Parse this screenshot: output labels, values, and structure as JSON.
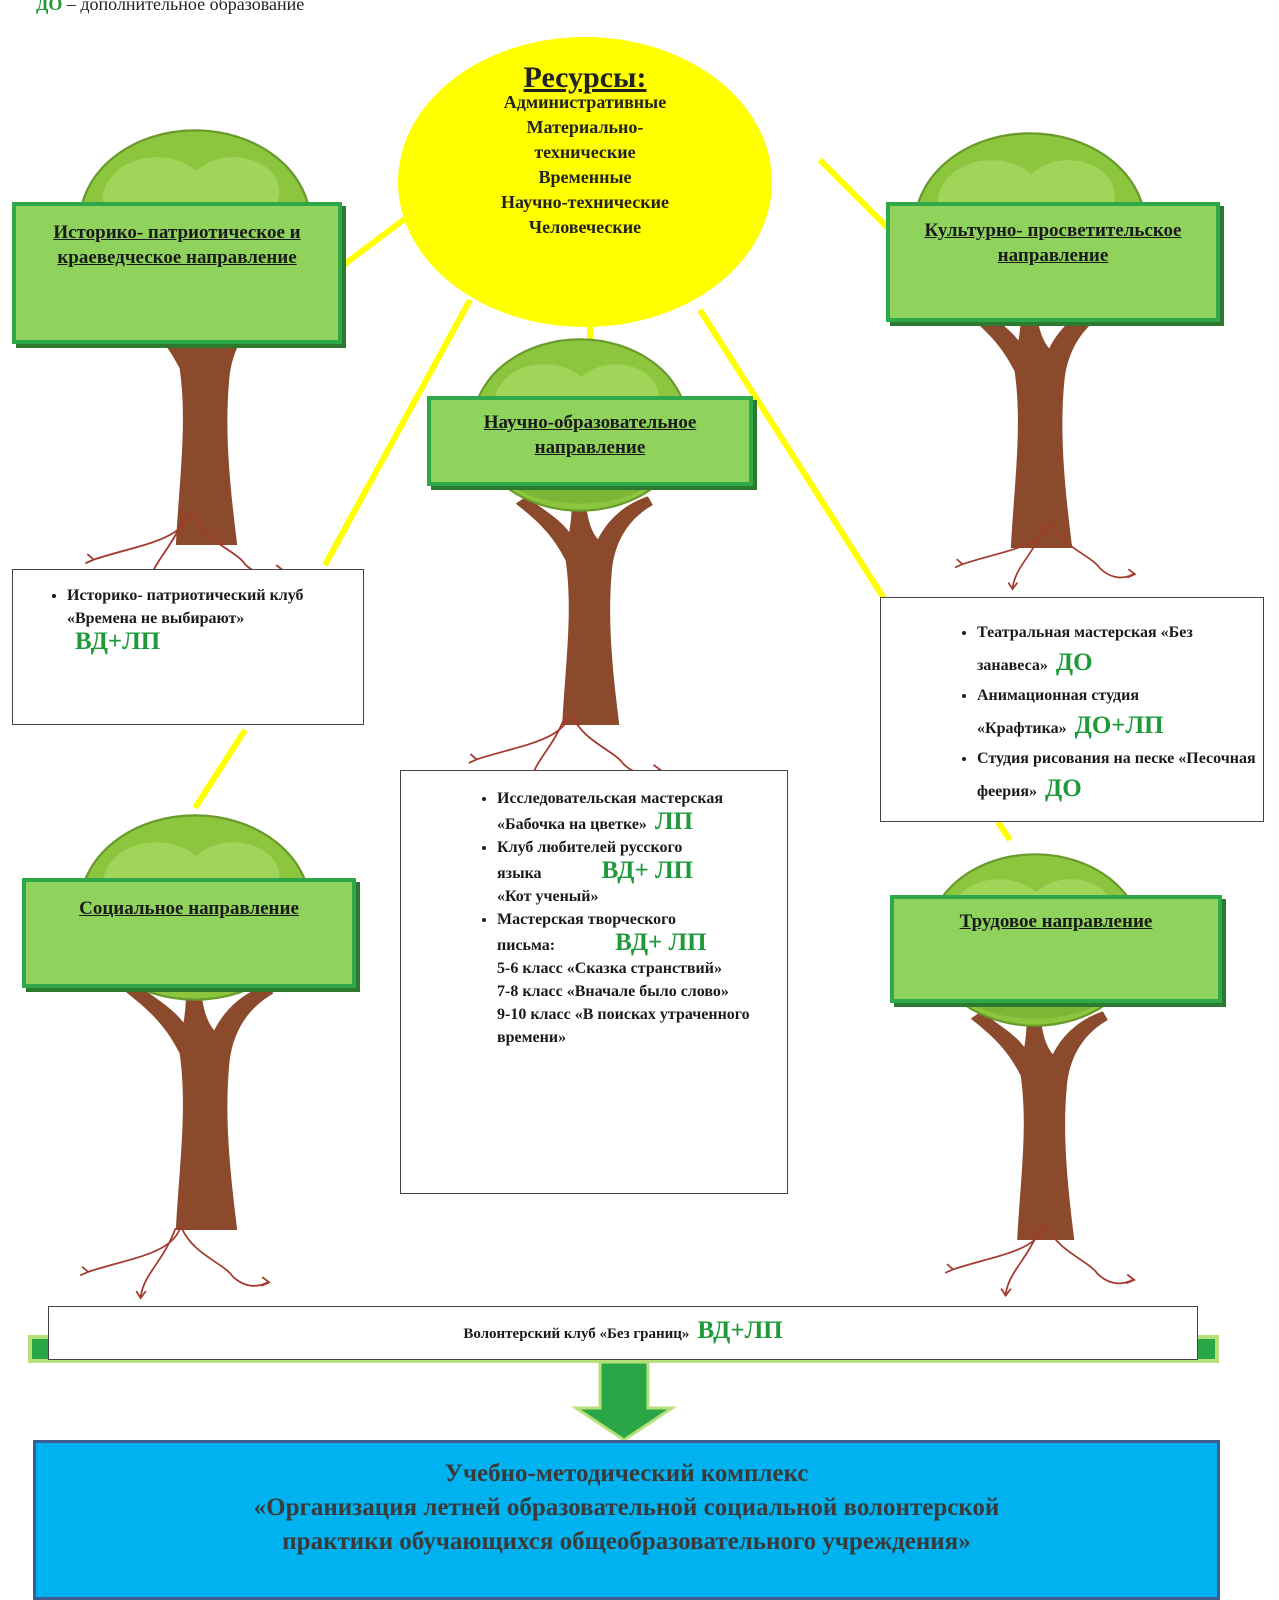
{
  "legend": {
    "abbr": "ДО",
    "text": " – дополнительное образование"
  },
  "resources": {
    "title": "Ресурсы:",
    "items": [
      "Административные",
      "Материально-",
      "технические",
      "Временные",
      "Научно-технические",
      "Человеческие"
    ]
  },
  "directions": {
    "historical": "Историко- патриотическое и краеведческое направление",
    "cultural": "Культурно- просветительское направление",
    "scientific": "Научно-образовательное направление",
    "social": "Социальное направление",
    "labor": "Трудовое направление"
  },
  "historical_box": {
    "items": [
      {
        "text": "Историко- патриотический клуб «Времена не выбирают»",
        "tag": "ВД+ЛП"
      }
    ]
  },
  "cultural_box": {
    "items": [
      {
        "text": "Театральная мастерская «Без занавеса»",
        "tag": "ДО"
      },
      {
        "text": "Анимационная студия «Крафтика»",
        "tag": "ДО+ЛП"
      },
      {
        "text": "Студия рисования на песке «Песочная феерия»",
        "tag": "ДО"
      }
    ]
  },
  "scientific_box": {
    "item1": {
      "text1": "Исследовательская мастерская",
      "text2": "«Бабочка на цветке»",
      "tag": "ЛП"
    },
    "item2": {
      "text1": "Клуб любителей русского",
      "text2": "языка",
      "tag": "ВД+ ЛП",
      "text3": "«Кот ученый»"
    },
    "item3": {
      "text1": "Мастерская творческого",
      "text2": "письма:",
      "tag": "ВД+ ЛП",
      "lines": [
        "5-6 класс «Сказка странствий»",
        "7-8 класс «Вначале было слово»",
        "9-10 класс «В поисках утраченного времени»"
      ]
    }
  },
  "volunteer": {
    "text": "Волонтерский клуб «Без границ»",
    "tag": "ВД+ЛП"
  },
  "umk": {
    "line1": "Учебно-методический комплекс",
    "line2": "«Организация летней  образовательной социальной волонтерской",
    "line3": "практики обучающихся общеобразовательного учреждения»"
  },
  "colors": {
    "foliage": "#8cc63f",
    "trunk": "#8b4a2b",
    "connector": "#ffff00",
    "dir_box": "#8fd35c",
    "accent_green": "#1f9a3b",
    "umk_bg": "#00b2ef"
  }
}
